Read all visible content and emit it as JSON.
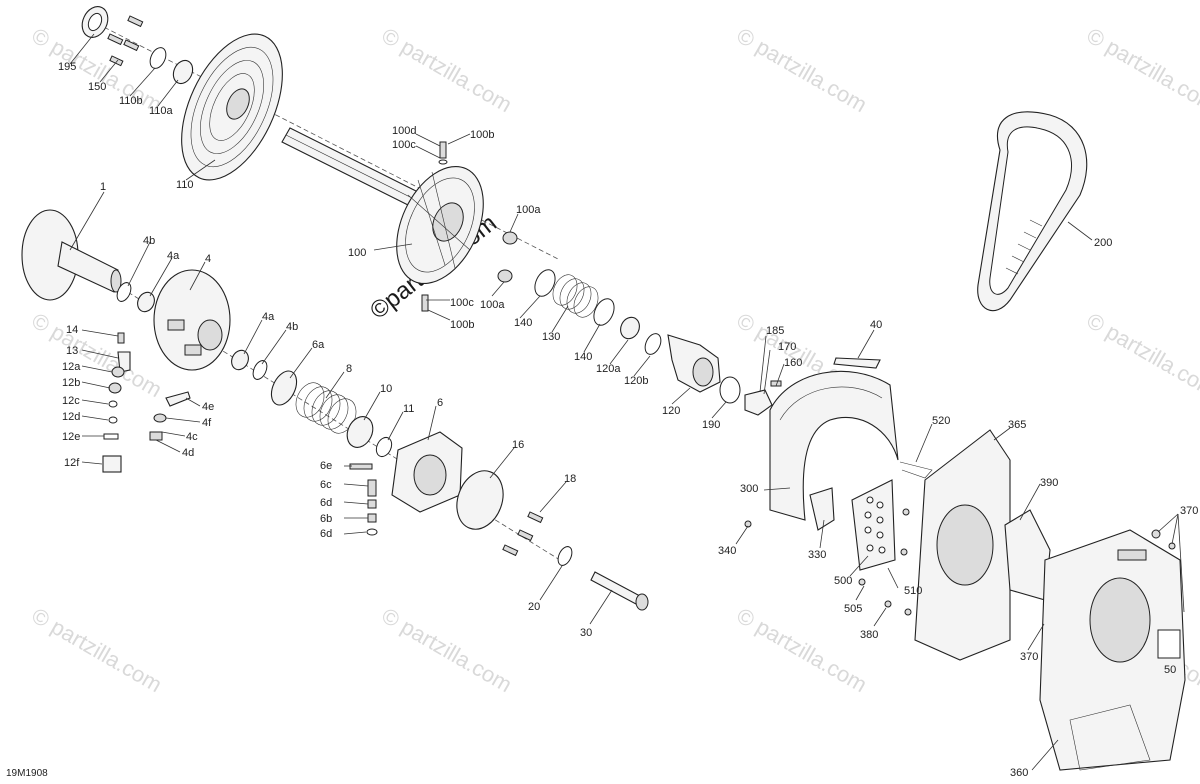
{
  "watermark": {
    "text": "© partzilla.com",
    "center_text": "©partzilla.com"
  },
  "diagram_code": "19M1908",
  "callouts": [
    "195",
    "150",
    "110b",
    "110a",
    "110",
    "1",
    "4b",
    "4a",
    "4",
    "14",
    "13",
    "12a",
    "12b",
    "12c",
    "12d",
    "12e",
    "12f",
    "4e",
    "4f",
    "4c",
    "4d",
    "4a",
    "4b",
    "6a",
    "8",
    "10",
    "11",
    "6",
    "6e",
    "6c",
    "6d",
    "6b",
    "6d",
    "16",
    "18",
    "20",
    "30",
    "100d",
    "100c",
    "100b",
    "100a",
    "100",
    "100a",
    "100c",
    "100b",
    "140",
    "130",
    "140",
    "120a",
    "120b",
    "120",
    "190",
    "185",
    "170",
    "160",
    "200",
    "40",
    "520",
    "365",
    "390",
    "300",
    "340",
    "330",
    "500",
    "505",
    "510",
    "380",
    "370",
    "370",
    "360",
    "50"
  ]
}
